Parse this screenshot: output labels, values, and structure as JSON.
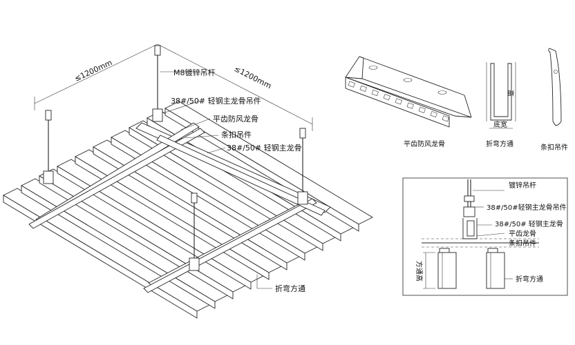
{
  "iso": {
    "dim_left": "≤1200mm",
    "dim_right": "≤1200mm",
    "rod": "M8镀锌吊杆",
    "hanger": "38#/50# 轻钢主龙骨吊件",
    "wind_keel": "平齿防风龙骨",
    "clip": "条扣吊件",
    "main_keel": "38#/50# 轻钢主龙骨",
    "tube": "折弯方通"
  },
  "parts": {
    "wind_keel": "平齿防风龙骨",
    "tube": "折弯方通",
    "clip": "条扣吊件",
    "height": "高",
    "width": "底宽"
  },
  "section": {
    "rod": "镀锌吊杆",
    "hanger": "38#/50#轻钢主龙骨吊件",
    "main_keel": "38#/50# 轻钢主龙骨",
    "wind_keel": "平齿龙骨",
    "clip": "条扣吊件",
    "tube": "折弯方通",
    "height_label": "方通高"
  }
}
